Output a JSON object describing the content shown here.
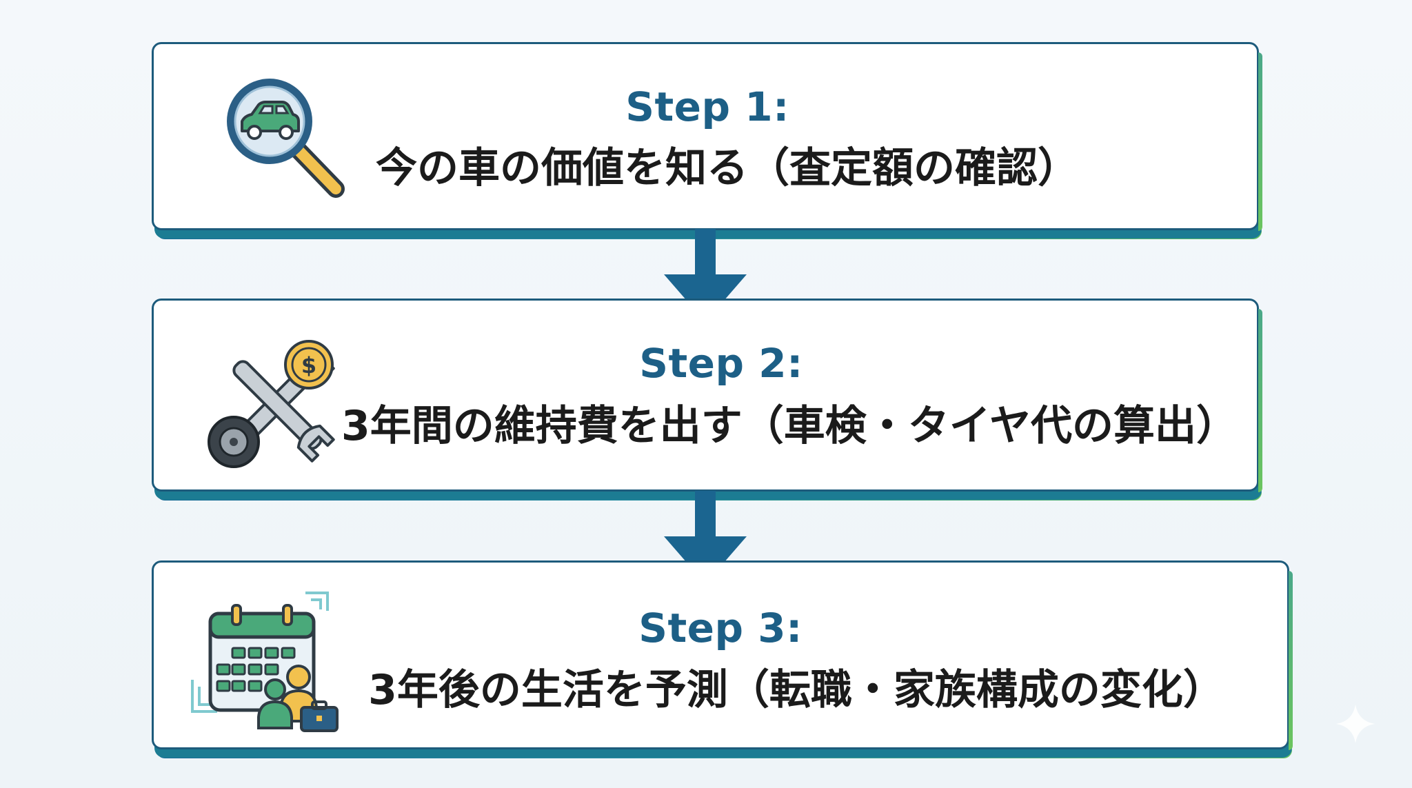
{
  "steps": [
    {
      "label": "Step 1:",
      "description": "今の車の価値を知る（査定額の確認）",
      "icon": "magnifier-car-icon"
    },
    {
      "label": "Step 2:",
      "description": "3年間の維持費を出す（車検・タイヤ代の算出）",
      "icon": "wrench-coin-tire-icon"
    },
    {
      "label": "Step 3:",
      "description": "3年後の生活を予測（転職・家族構成の変化）",
      "icon": "calendar-family-icon"
    }
  ],
  "colors": {
    "accent": "#1d5f86",
    "arrow": "#1b6590",
    "gradient_start": "#176a94",
    "gradient_end": "#63c162",
    "text": "#1b1b1b"
  }
}
